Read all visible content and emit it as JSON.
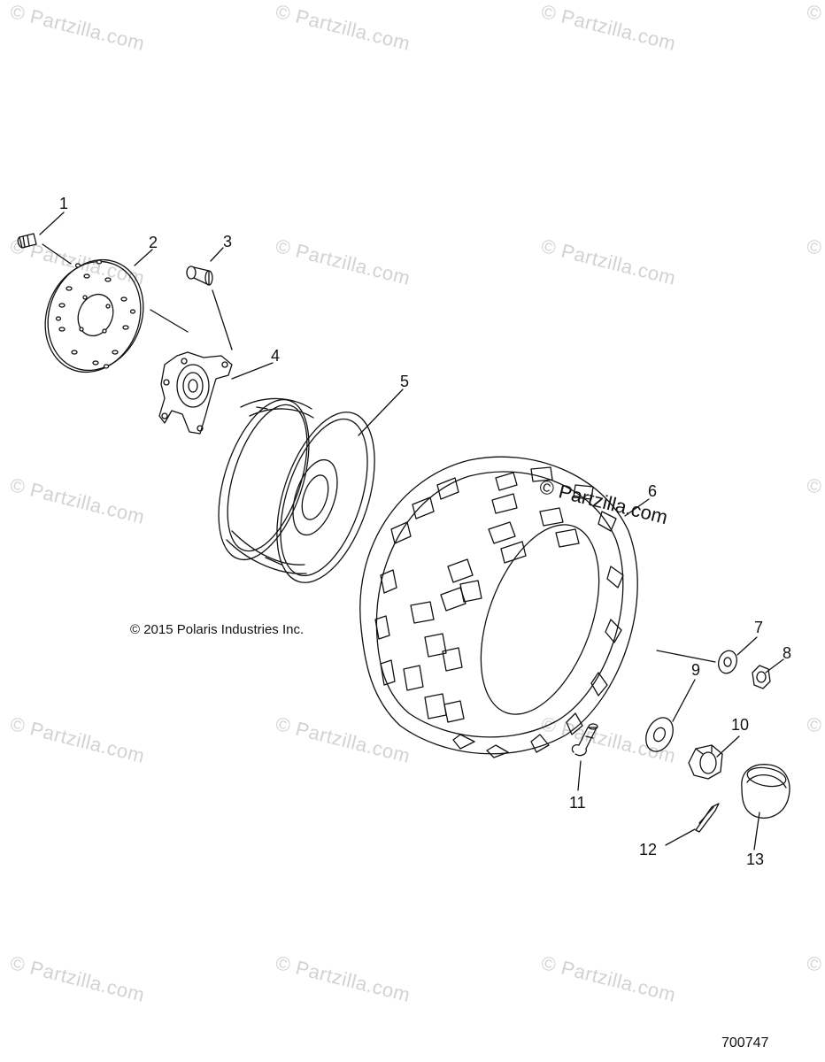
{
  "watermark": "© Partzilla.com",
  "copyright": "© 2015 Polaris Industries Inc.",
  "drawing_number": "700747",
  "callouts": [
    "1",
    "2",
    "3",
    "4",
    "5",
    "6",
    "7",
    "8",
    "9",
    "10",
    "11",
    "12",
    "13"
  ],
  "parts": [
    "bolt",
    "brake-disc",
    "stud",
    "hub",
    "wheel-rim",
    "tire",
    "washer",
    "nut",
    "washer",
    "castle-nut",
    "wheel-stud",
    "cotter-pin",
    "hub-cap"
  ]
}
